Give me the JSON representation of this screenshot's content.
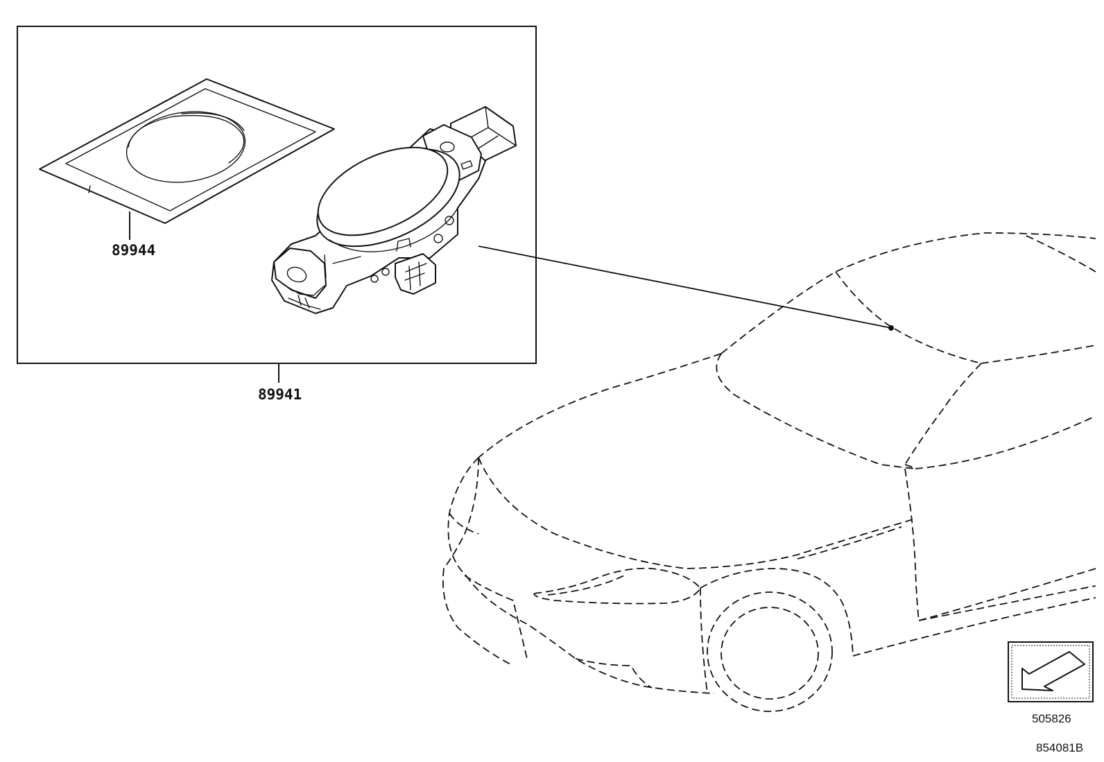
{
  "parts": {
    "sensor_assembly": "89941",
    "adhesive_sheet": "89944"
  },
  "view_indicator": {
    "code": "505826",
    "icon": "view-direction-arrow-icon"
  },
  "illustration_code": "854081B"
}
